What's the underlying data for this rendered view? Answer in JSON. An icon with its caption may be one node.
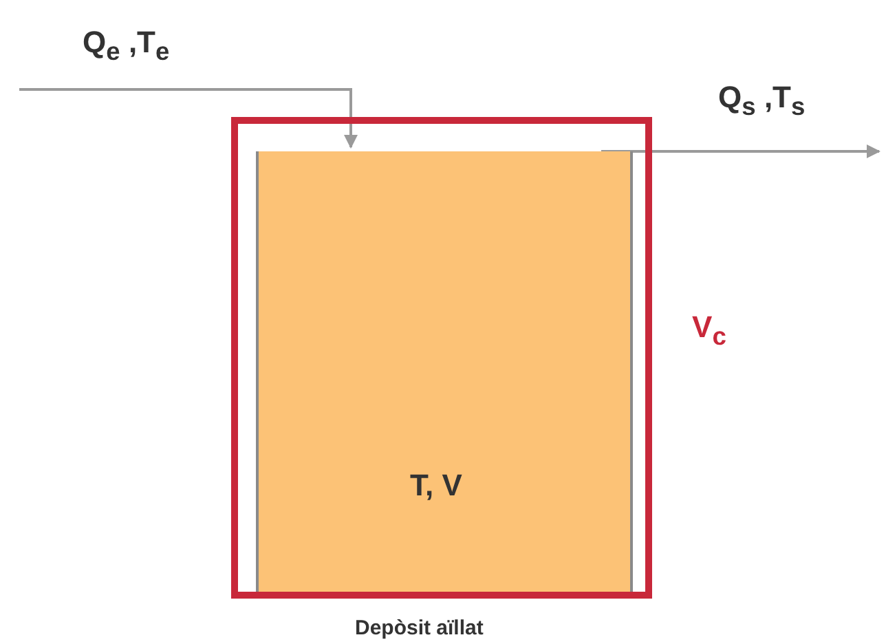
{
  "diagram": {
    "caption": "Depòsit aïllat",
    "nodes": [
      {
        "text": [],
        "shape": "box",
        "beside": [
          "V$_{c}$"
        ]
      },
      {
        "text": [
          "T, V"
        ],
        "in": 0
      }
    ],
    "edges": [
      {
        "from": null,
        "to": 1,
        "arrow": "to",
        "label": "Q$_{e}$ ,T$_{e}$"
      },
      {
        "from": 1,
        "to": null,
        "arrow": "to",
        "label": "Q$_{s}$ ,T$_{s}$"
      }
    ]
  }
}
